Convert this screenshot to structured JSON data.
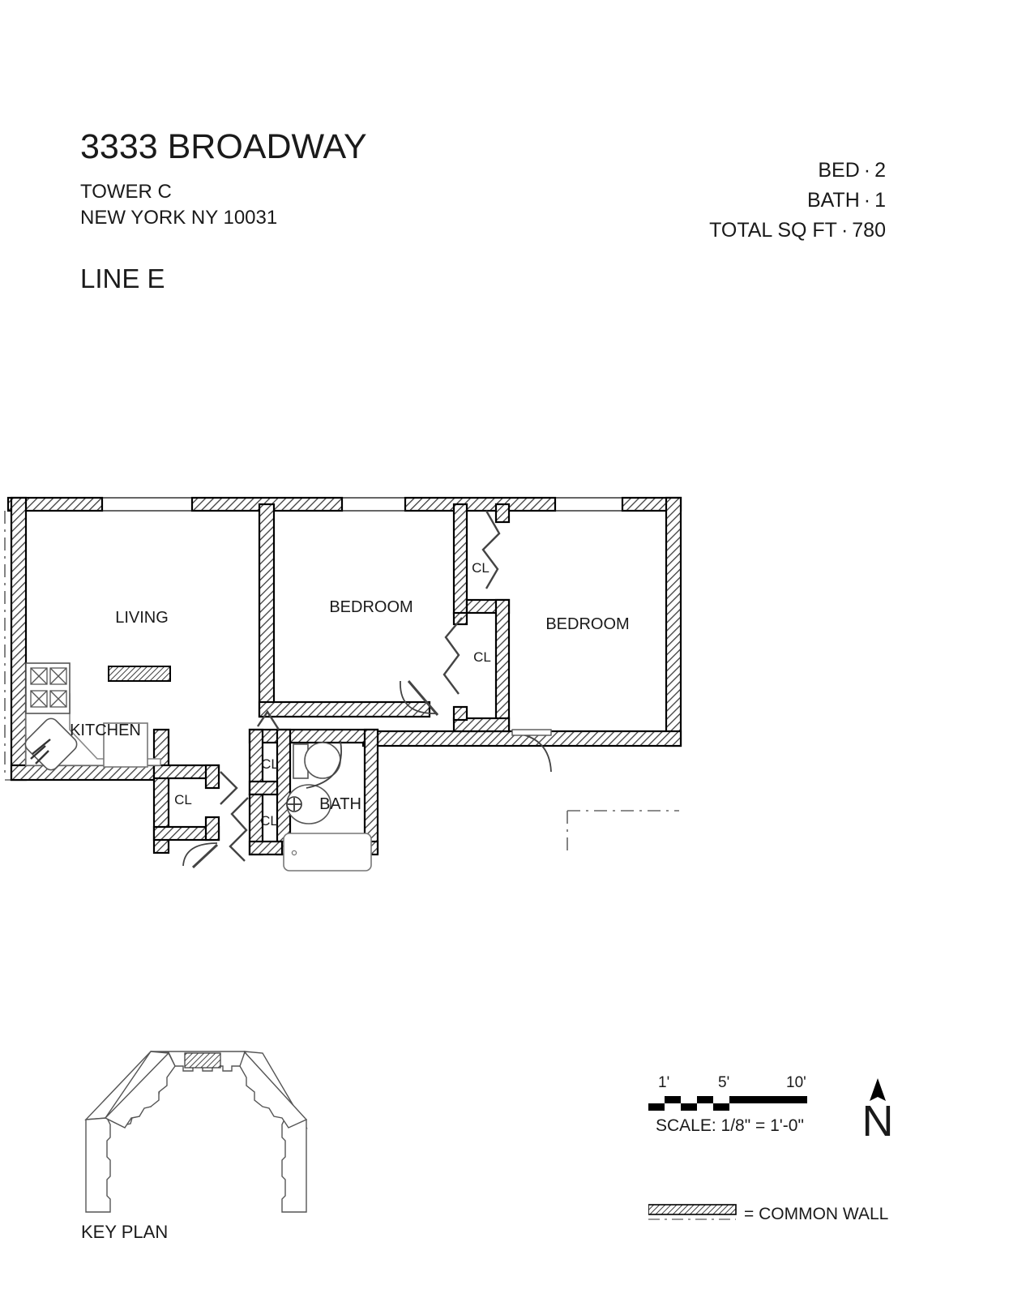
{
  "header": {
    "building_name": "3333 BROADWAY",
    "tower": "TOWER C",
    "city_state_zip": "NEW YORK NY 10031",
    "line": "LINE E",
    "stats": [
      {
        "label": "BED",
        "separator": "·",
        "value": "2"
      },
      {
        "label": "BATH",
        "separator": "·",
        "value": "1"
      },
      {
        "label": "TOTAL SQ FT",
        "separator": "·",
        "value": "780"
      }
    ]
  },
  "plan": {
    "rooms": [
      {
        "name": "living",
        "label": "LIVING"
      },
      {
        "name": "kitchen",
        "label": "KITCHEN"
      },
      {
        "name": "bedroom-1",
        "label": "BEDROOM"
      },
      {
        "name": "bedroom-2",
        "label": "BEDROOM"
      },
      {
        "name": "bath",
        "label": "BATH"
      }
    ],
    "closets": [
      {
        "name": "closet-bedroom-upper",
        "label": "CL"
      },
      {
        "name": "closet-bedroom-lower",
        "label": "CL"
      },
      {
        "name": "closet-hall-left",
        "label": "CL"
      },
      {
        "name": "closet-hall-upper",
        "label": "CL"
      },
      {
        "name": "closet-hall-lower",
        "label": "CL"
      }
    ],
    "colors": {
      "wall_stroke": "#000000",
      "hatch": "#4a4a4a",
      "fixture_stroke": "#555555",
      "background": "#ffffff"
    }
  },
  "keyplan": {
    "caption": "KEY PLAN"
  },
  "scalebar": {
    "ticks": [
      "1'",
      "5'",
      "10'"
    ],
    "scale_text": "SCALE: 1/8\" = 1'-0\""
  },
  "compass": {
    "letter": "N",
    "icon": "north-arrow-icon"
  },
  "legend": {
    "text": "= COMMON WALL",
    "swatch": "common-wall-hatch"
  }
}
